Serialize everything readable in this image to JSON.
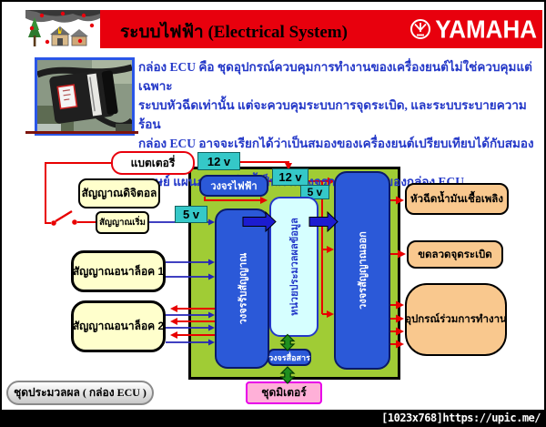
{
  "header": {
    "title": "ระบบไฟฟ้า (Electrical System)",
    "brand": "YAMAHA"
  },
  "intro": {
    "lines": [
      "กล่อง ECU คือ ชุดอุปกรณ์ควบคุมการทำงานของเครื่องยนต์ไม่ใช่ควบคุมแต่เฉพาะ",
      "ระบบหัวฉีดเท่านั้น แต่จะควบคุมระบบการจุดระเบิด, และระบบระบายความร้อน",
      "กล่อง ECU อาจจะเรียกได้ว่าเป็นสมองของเครื่องยนต์เปรียบเทียบได้กับสมองของ",
      "มนุษย์  แผนภาพต่อไปนี้เป็นภาพวงจรการทำงานของกล่อง ECU"
    ]
  },
  "diagram": {
    "battery_label": "แบตเตอรี่",
    "voltage_12": "12 v",
    "voltage_5": "5 v",
    "digital_signal": "สัญญาณดิจิตอล",
    "start_signal": "สัญญาณเริ่ม",
    "analog_signal_1": "สัญญาณอนาล็อค 1",
    "analog_signal_2": "สัญญาณอนาล็อค 2",
    "power_circuit": "วงจรไฟฟ้า",
    "input_circuit": "วงจรรับสัญญาณ",
    "processing_unit": "หน่วยประมวลผลข้อมูล",
    "output_circuit": "วงจรสัญญาณออก",
    "comm_circuit": "วงจรสื่อสาร",
    "meter_unit": "ชุดมิเตอร์",
    "fuel_injector": "หัวฉีดน้ำมันเชื้อเพลิง",
    "ignition_coil": "ขดลวดจุดระเบิด",
    "aux_equipment": "อุปกรณ์ร่วมการทำงาน"
  },
  "footer": {
    "caption": "ชุดประมวลผล ( กล่อง ECU )",
    "watermark": "[1023x768]https://upic.me/"
  },
  "colors": {
    "banner_red": "#e8000d",
    "panel_green": "#a0cc35",
    "voltage_cyan": "#35c8c8",
    "circuit_blue": "#2b59d8",
    "device_orange": "#f9c88e",
    "meter_pink": "#ffb0d8",
    "signal_yellow": "#ffffcc",
    "wire_red": "#e80000",
    "wire_blue": "#2424b8",
    "arrow_green": "#1f8f1f",
    "text_blue": "#2438c8"
  }
}
